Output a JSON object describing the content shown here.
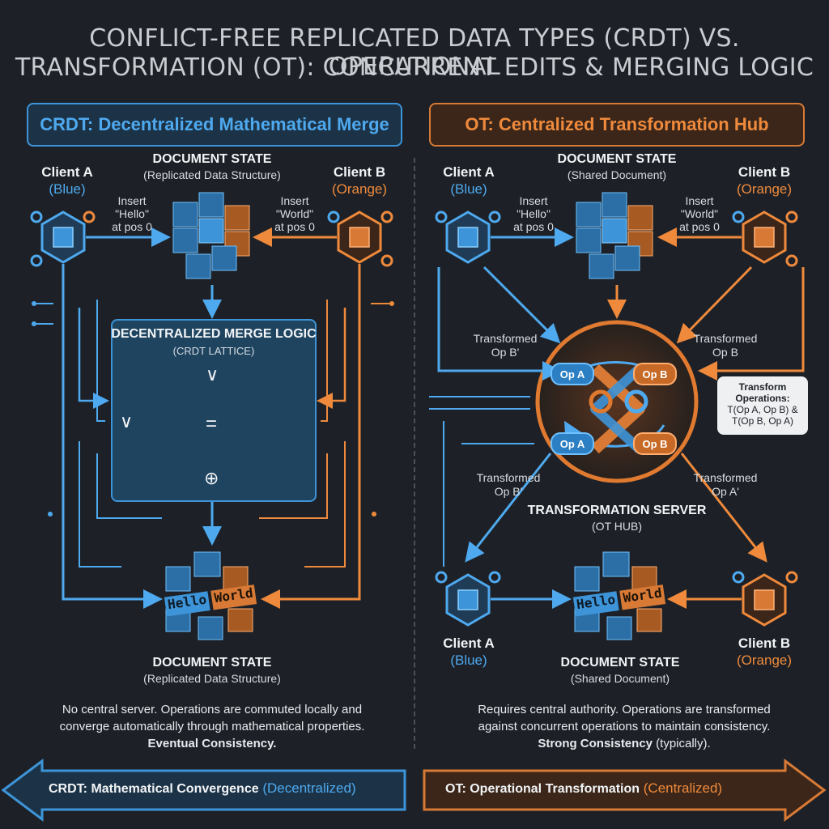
{
  "title": {
    "line1": "CONFLICT-FREE REPLICATED DATA TYPES (CRDT) vs. OPERATIONAL",
    "line2": "TRANSFORMATION (OT): CONCURRENT EDITS & MERGING LOGIC"
  },
  "crdt": {
    "banner": "CRDT: Decentralized Mathematical Merge",
    "client_a": {
      "name": "Client A",
      "color": "(Blue)"
    },
    "client_b": {
      "name": "Client B",
      "color": "(Orange)"
    },
    "doc_top": {
      "title": "DOCUMENT STATE",
      "subtitle": "(Replicated Data Structure)"
    },
    "op_a": {
      "line1": "Insert",
      "line2": "\"Hello\"",
      "line3": "at pos 0"
    },
    "op_b": {
      "line1": "Insert",
      "line2": "\"World\"",
      "line3": "at pos 0"
    },
    "merge": {
      "title": "DECENTRALIZED MERGE LOGIC",
      "subtitle": "(CRDT LATTICE)",
      "sym_join": "∨",
      "sym_join2": "∨",
      "sym_eq": "=",
      "sym_oplus": "⊕"
    },
    "doc_bottom": {
      "title": "DOCUMENT STATE",
      "subtitle": "(Replicated Data Structure)",
      "word1": "Hello",
      "word2": "World"
    },
    "desc": {
      "line1": "No central server. Operations are commuted locally and",
      "line2": "converge automatically through mathematical properties.",
      "line3": "Eventual Consistency."
    }
  },
  "ot": {
    "banner": "OT: Centralized Transformation Hub",
    "client_a_top": {
      "name": "Client A",
      "color": "(Blue)"
    },
    "client_b_top": {
      "name": "Client B",
      "color": "(Orange)"
    },
    "doc_top": {
      "title": "DOCUMENT STATE",
      "subtitle": "(Shared Document)"
    },
    "op_a": {
      "line1": "Insert",
      "line2": "\"Hello\"",
      "line3": "at pos 0"
    },
    "op_b": {
      "line1": "Insert",
      "line2": "\"World\"",
      "line3": "at pos 0"
    },
    "transformed": {
      "tl": {
        "line1": "Transformed",
        "line2": "Op B'"
      },
      "tr": {
        "line1": "Transformed",
        "line2": "Op B"
      },
      "bl": {
        "line1": "Transformed",
        "line2": "Op B'"
      },
      "br": {
        "line1": "Transformed",
        "line2": "Op A'"
      }
    },
    "hub_ops": {
      "a1": "Op A",
      "b1": "Op B",
      "a2": "Op A",
      "b2": "Op B"
    },
    "callout": {
      "title": "Transform",
      "title2": "Operations:",
      "line1": "T(Op A, Op B) &",
      "line2": "T(Op B, Op A)"
    },
    "server": {
      "title": "TRANSFORMATION SERVER",
      "subtitle": "(OT HUB)"
    },
    "client_a_bottom": {
      "name": "Client A",
      "color": "(Blue)"
    },
    "client_b_bottom": {
      "name": "Client B",
      "color": "(Orange)"
    },
    "doc_bottom": {
      "title": "DOCUMENT STATE",
      "subtitle": "(Shared Document)",
      "word1": "Hello",
      "word2": "World"
    },
    "desc": {
      "line1": "Requires central authority. Operations are transformed",
      "line2": "against concurrent operations to maintain consistency.",
      "line3_bold": "Strong Consistency",
      "line3_rest": " (typically)."
    }
  },
  "footer": {
    "left_bold": "CRDT: Mathematical Convergence",
    "left_paren": "(Decentralized)",
    "right_bold": "OT: Operational Transformation",
    "right_paren": "(Centralized)"
  },
  "colors": {
    "blue": "#3d94d8",
    "orange": "#d87a35",
    "background": "#1d2127"
  }
}
